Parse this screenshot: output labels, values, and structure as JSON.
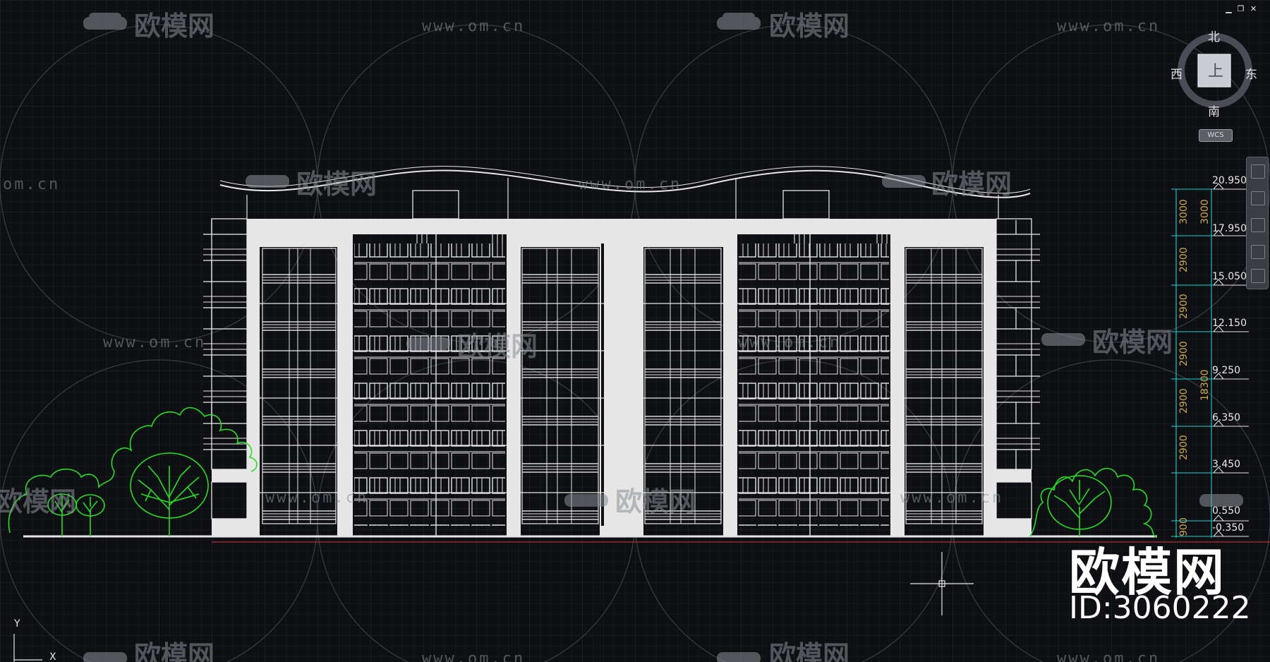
{
  "window_controls": {
    "minimize": "▁",
    "restore": "❐",
    "close": "✕"
  },
  "viewcube": {
    "north": "北",
    "south": "南",
    "east": "东",
    "west": "西",
    "face": "上",
    "coordinate_system": "WCS"
  },
  "watermark": {
    "brand": "欧模网",
    "url": "www.om.cn",
    "url_fragment": "om.cn"
  },
  "brand_overlay": {
    "title": "欧模网",
    "id": "ID:3060222"
  },
  "ucs": {
    "y_label": "Y",
    "x_label": "X"
  },
  "elevations": [
    "20.950",
    "17.950",
    "15.050",
    "12.150",
    "9.250",
    "6.350",
    "3.450",
    "0.550",
    "-0.350"
  ],
  "dimensions": {
    "top_a": "3000",
    "top_b": "3000",
    "floors": [
      "2900",
      "2900",
      "2900",
      "2900",
      "2900"
    ],
    "total": "18300",
    "base": "900"
  },
  "colors": {
    "background": "#0e0f12",
    "building": "#e6e6e6",
    "trees": "#22e022",
    "dimension": "#c9a84a",
    "axis": "#1fd2d2"
  },
  "icons": {
    "pan": "pan-icon",
    "zoom": "zoom-icon",
    "orbit": "orbit-icon",
    "steering_wheel": "steering-wheel-icon"
  }
}
